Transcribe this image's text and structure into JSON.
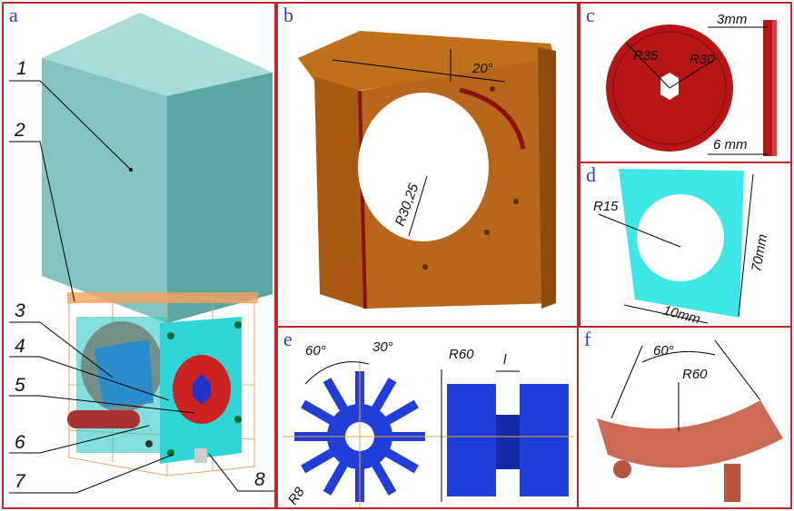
{
  "panels": {
    "a": {
      "label": "a",
      "callouts": [
        "1",
        "2",
        "3",
        "4",
        "5",
        "6",
        "7",
        "8"
      ]
    },
    "b": {
      "label": "b",
      "angle": "20°",
      "radius": "R30,25"
    },
    "c": {
      "label": "c",
      "r_outer": "R35",
      "r_inner": "R30",
      "thickness_top": "3mm",
      "thickness_bottom": "6 mm"
    },
    "d": {
      "label": "d",
      "radius": "R15",
      "height": "70mm",
      "width": "10mm"
    },
    "e": {
      "label": "e",
      "angle_a": "60°",
      "angle_b": "30°",
      "radius_small": "R8",
      "radius_big": "R60",
      "length": "l"
    },
    "f": {
      "label": "f",
      "angle": "60°",
      "radius": "R60"
    }
  },
  "colors": {
    "border": "#c0282d",
    "label": "#2a3fd0"
  }
}
